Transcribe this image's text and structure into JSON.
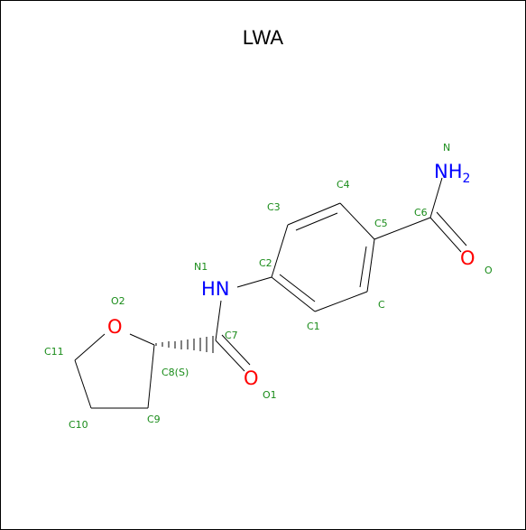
{
  "title": "LWA",
  "colors": {
    "bond": "#000000",
    "nitrogen": "#0000ff",
    "oxygen": "#ff0000",
    "atom_name": "#1a8c1a"
  },
  "atom_symbols": {
    "nh2": "NH",
    "nh2_subscript": "2",
    "amide_o_top": "O",
    "nh": "HN",
    "ring_o": "O",
    "amide_o_bottom": "O"
  },
  "atom_names": {
    "n": "N",
    "c4": "C4",
    "c3": "C3",
    "c5": "C5",
    "c6": "C6",
    "n1": "N1",
    "c2": "C2",
    "o": "O",
    "c": "C",
    "c1": "C1",
    "o2": "O2",
    "c7": "C7",
    "c11": "C11",
    "c8": "C8(S)",
    "o1": "O1",
    "c10": "C10",
    "c9": "C9"
  }
}
